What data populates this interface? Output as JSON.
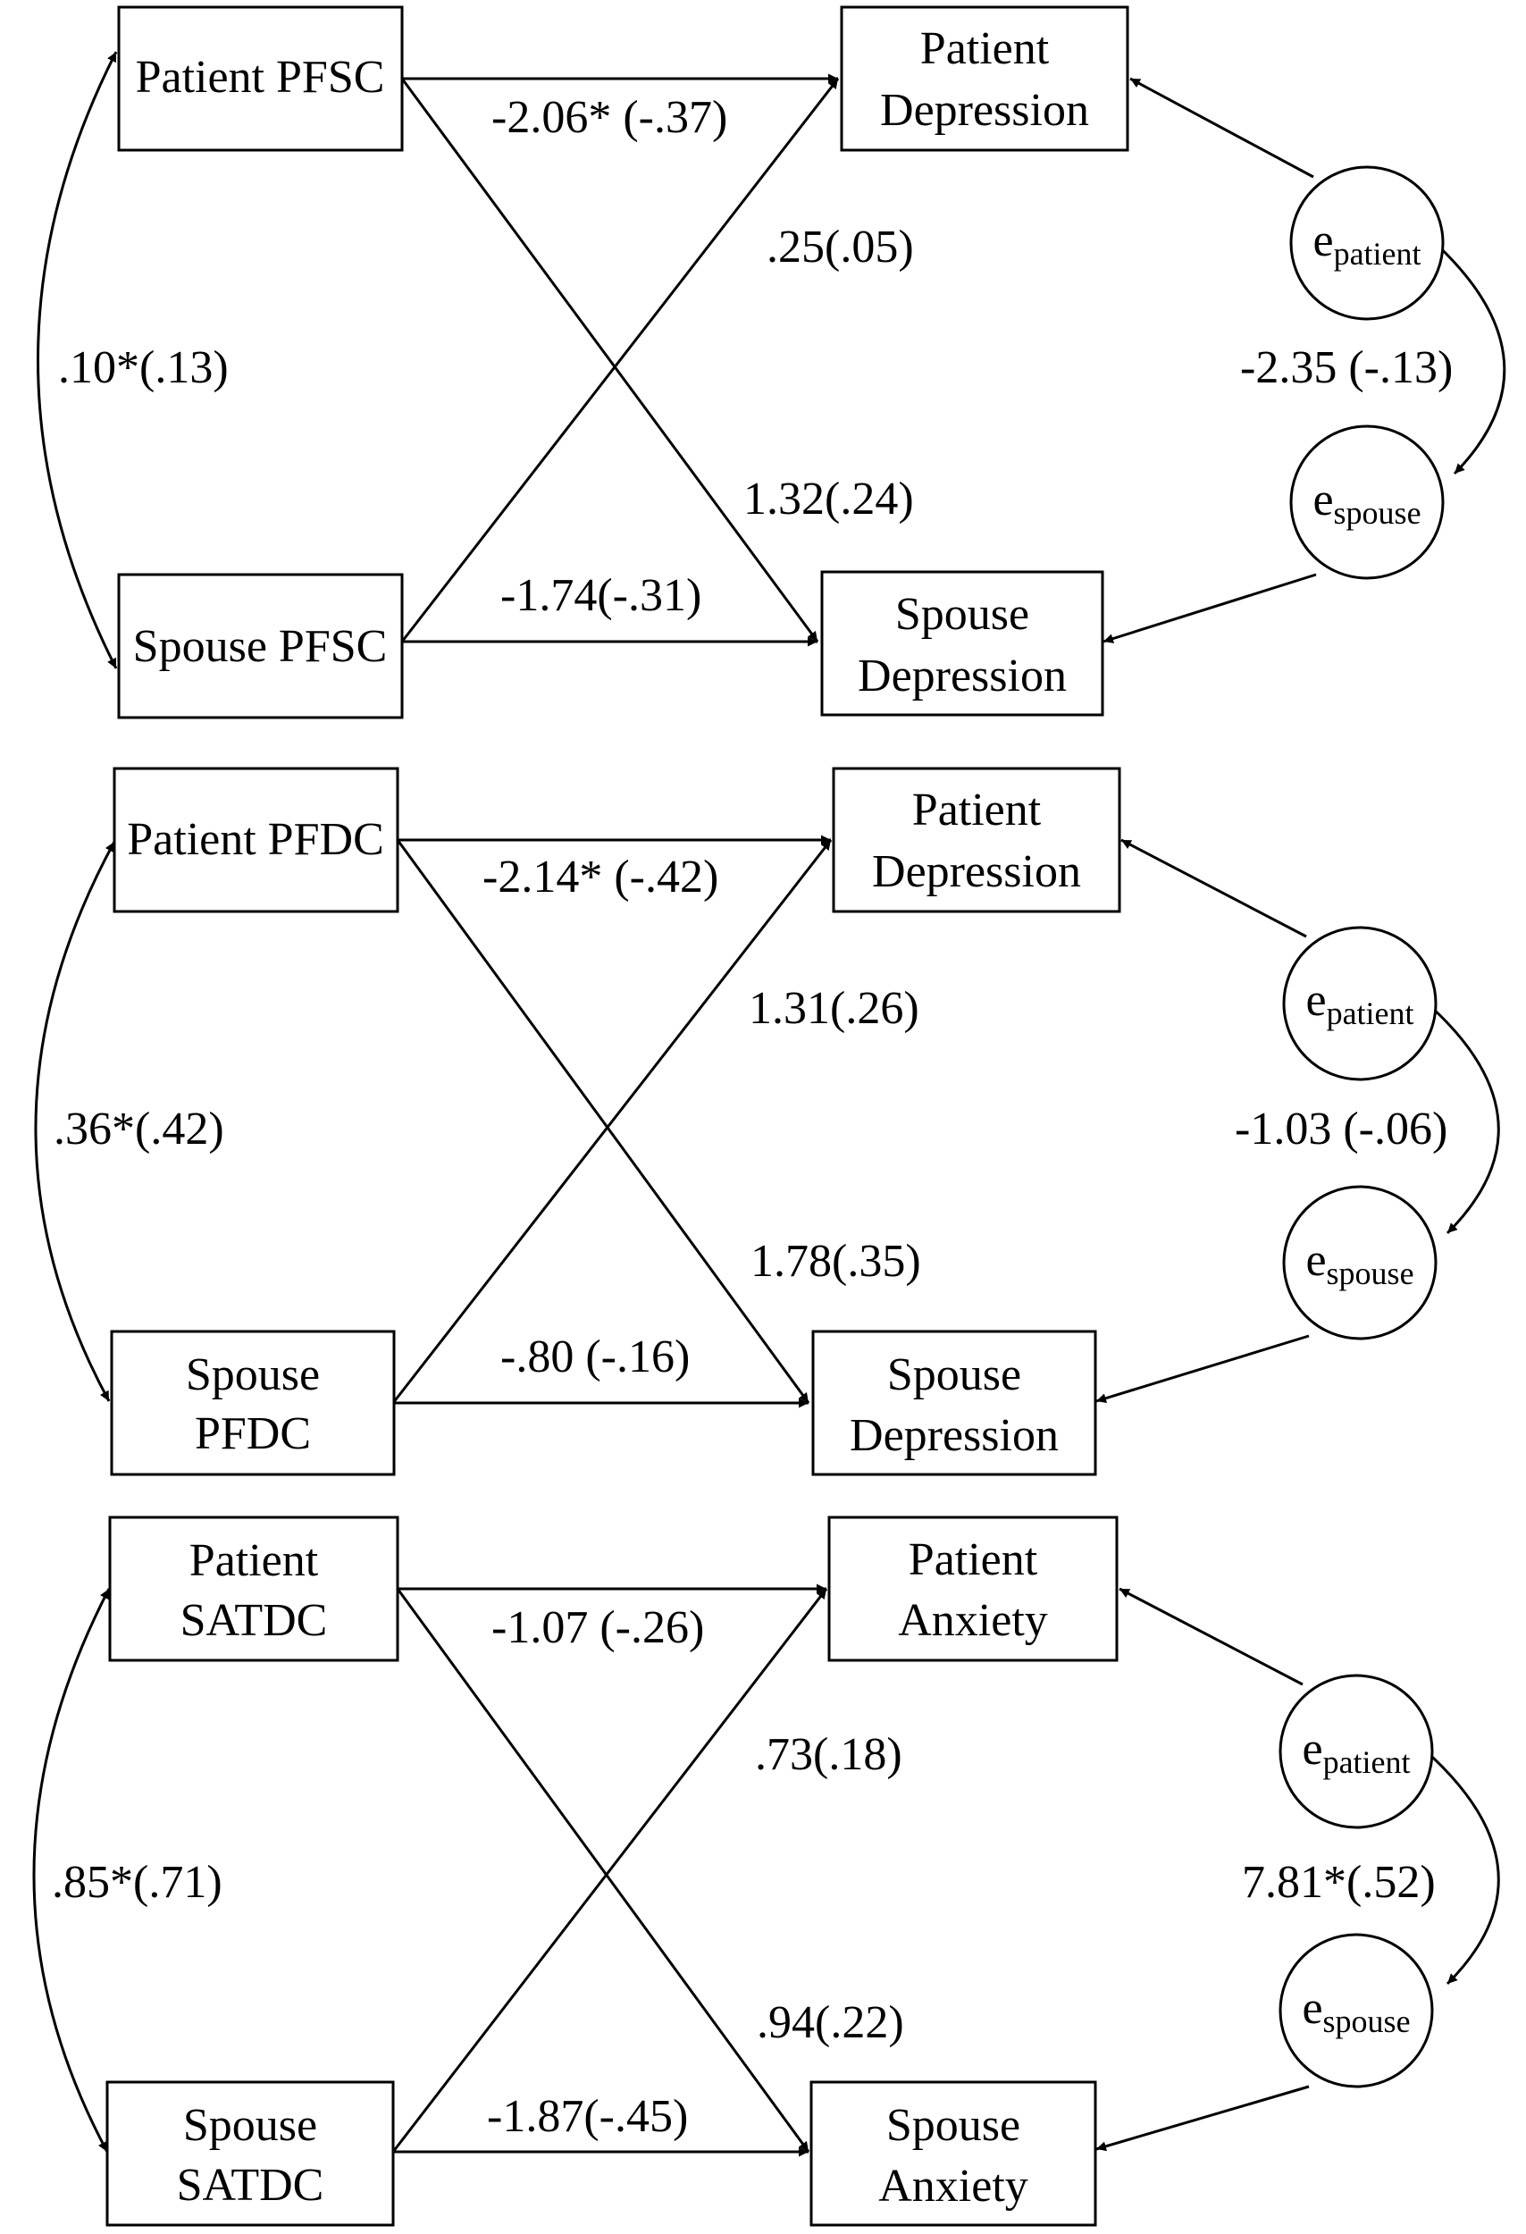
{
  "panels": [
    {
      "patient_predictor": [
        "Patient PFSC"
      ],
      "spouse_predictor": [
        "Spouse PFSC"
      ],
      "patient_outcome": [
        "Patient",
        "Depression"
      ],
      "spouse_outcome": [
        "Spouse",
        "Depression"
      ],
      "error_patient": {
        "base": "e",
        "sub": "patient"
      },
      "error_spouse": {
        "base": "e",
        "sub": "spouse"
      },
      "paths": {
        "predictor_covariance": ".10*(.13)",
        "patient_actor": "-2.06* (-.37)",
        "spouse_to_patient": ".25(.05)",
        "patient_to_spouse": "1.32(.24)",
        "spouse_actor": "-1.74(-.31)",
        "error_covariance": "-2.35 (-.13)"
      }
    },
    {
      "patient_predictor": [
        "Patient PFDC"
      ],
      "spouse_predictor": [
        "Spouse",
        "PFDC"
      ],
      "patient_outcome": [
        "Patient",
        "Depression"
      ],
      "spouse_outcome": [
        "Spouse",
        "Depression"
      ],
      "error_patient": {
        "base": "e",
        "sub": "patient"
      },
      "error_spouse": {
        "base": "e",
        "sub": "spouse"
      },
      "paths": {
        "predictor_covariance": ".36*(.42)",
        "patient_actor": "-2.14* (-.42)",
        "spouse_to_patient": "1.31(.26)",
        "patient_to_spouse": "1.78(.35)",
        "spouse_actor": "-.80 (-.16)",
        "error_covariance": "-1.03 (-.06)"
      }
    },
    {
      "patient_predictor": [
        "Patient",
        "SATDC"
      ],
      "spouse_predictor": [
        "Spouse",
        "SATDC"
      ],
      "patient_outcome": [
        "Patient",
        "Anxiety"
      ],
      "spouse_outcome": [
        "Spouse",
        "Anxiety"
      ],
      "error_patient": {
        "base": "e",
        "sub": "patient"
      },
      "error_spouse": {
        "base": "e",
        "sub": "spouse"
      },
      "paths": {
        "predictor_covariance": ".85*(.71)",
        "patient_actor": "-1.07 (-.26)",
        "spouse_to_patient": ".73(.18)",
        "patient_to_spouse": ".94(.22)",
        "spouse_actor": "-1.87(-.45)",
        "error_covariance": "7.81*(.52)"
      }
    }
  ]
}
